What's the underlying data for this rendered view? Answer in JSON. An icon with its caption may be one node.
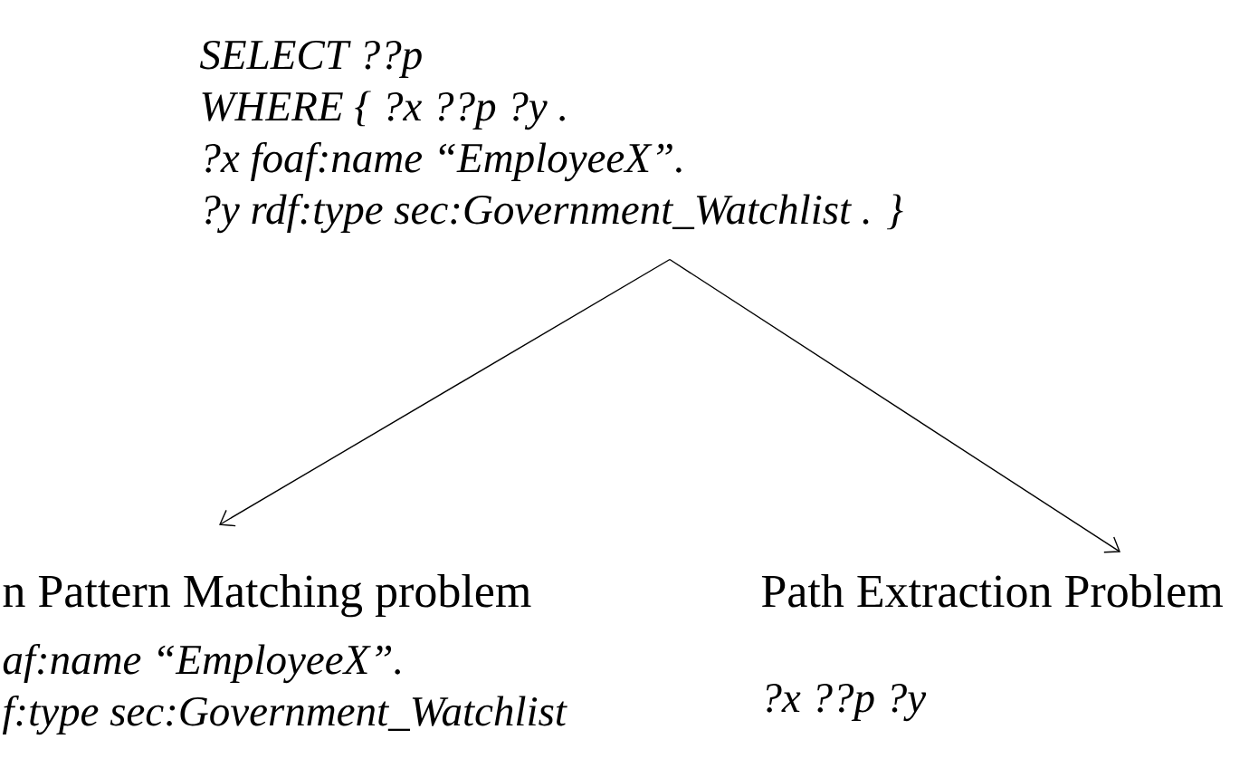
{
  "diagram": {
    "nodes": [
      {
        "text": [
          "SELECT ??p",
          "WHERE { ?x ??p ?y .",
          "?x foaf:name “EmployeeX”.",
          "?y rdf:type sec:Government_Watchlist . }"
        ]
      },
      {
        "text": [
          "n Pattern Matching problem",
          "af:name “EmployeeX”.",
          "f:type sec:Government_Watchlist"
        ]
      },
      {
        "text": [
          "Path Extraction Problem",
          "?x ??p ?y"
        ]
      }
    ],
    "edges": [
      {
        "from": 0,
        "to": 1,
        "arrow": "to"
      },
      {
        "from": 0,
        "to": 2,
        "arrow": "to"
      }
    ]
  }
}
